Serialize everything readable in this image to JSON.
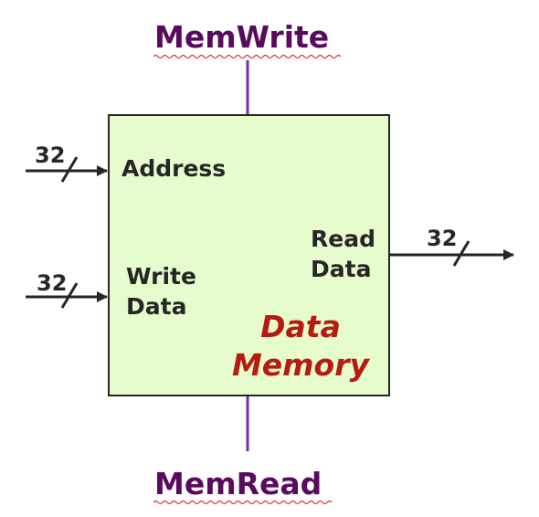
{
  "block": {
    "title_line1": "Data",
    "title_line2": "Memory"
  },
  "control": {
    "top": "MemWrite",
    "bottom": "MemRead"
  },
  "inputs": {
    "address": {
      "label": "Address",
      "width": "32"
    },
    "write_data": {
      "label_line1": "Write",
      "label_line2": "Data",
      "width": "32"
    }
  },
  "outputs": {
    "read_data": {
      "label_line1": "Read",
      "label_line2": "Data",
      "width": "32"
    }
  },
  "colors": {
    "block_fill": "#e6fccc",
    "block_stroke": "#262626",
    "control_line": "#7030a0",
    "control_text": "#5a0a5e",
    "title_text": "#b51b10",
    "wire": "#262626"
  }
}
